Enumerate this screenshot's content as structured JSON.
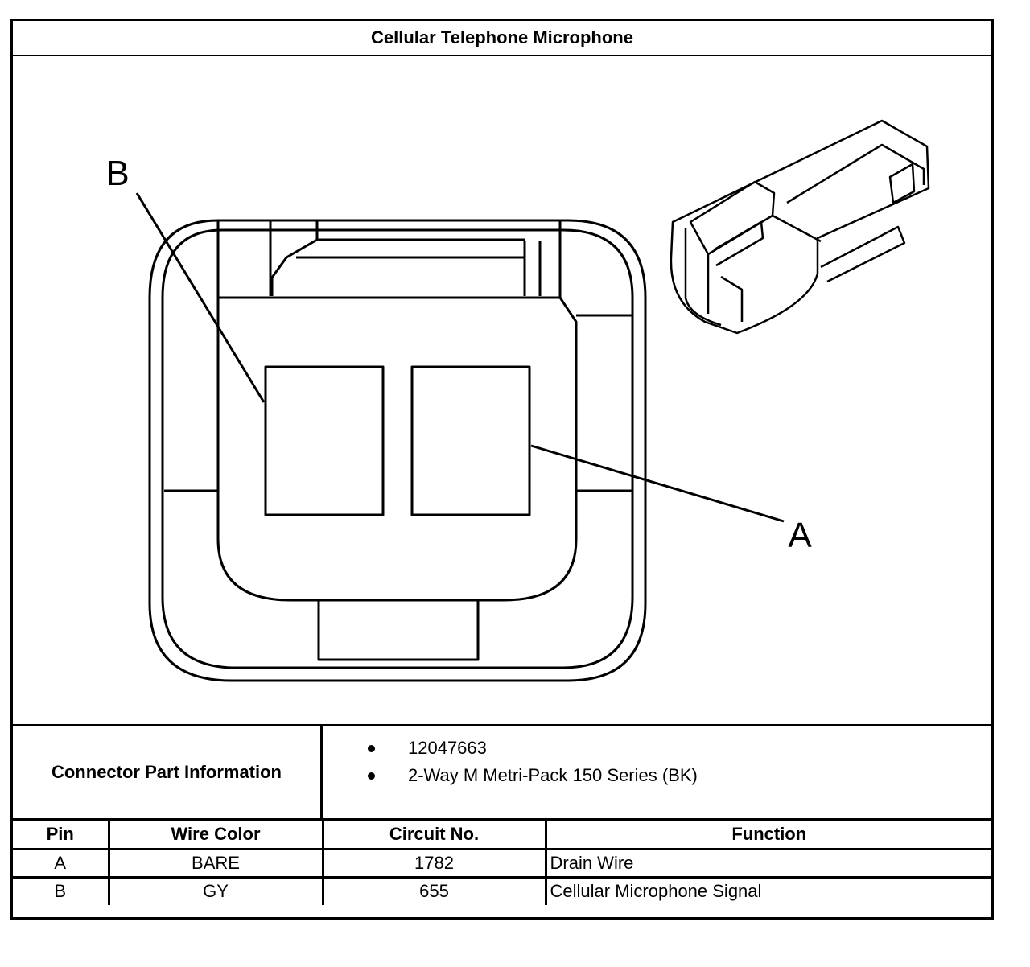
{
  "title": "Cellular Telephone Microphone",
  "diagram": {
    "callouts": {
      "b": "B",
      "a": "A"
    }
  },
  "connector_info": {
    "label": "Connector Part Information",
    "items": [
      "12047663",
      "2-Way M Metri-Pack 150 Series (BK)"
    ]
  },
  "table": {
    "headers": {
      "pin": "Pin",
      "wire_color": "Wire Color",
      "circuit": "Circuit No.",
      "function": "Function"
    },
    "rows": [
      {
        "pin": "A",
        "wire_color": "BARE",
        "circuit": "1782",
        "function": "Drain Wire"
      },
      {
        "pin": "B",
        "wire_color": "GY",
        "circuit": "655",
        "function": "Cellular Microphone Signal"
      }
    ]
  }
}
